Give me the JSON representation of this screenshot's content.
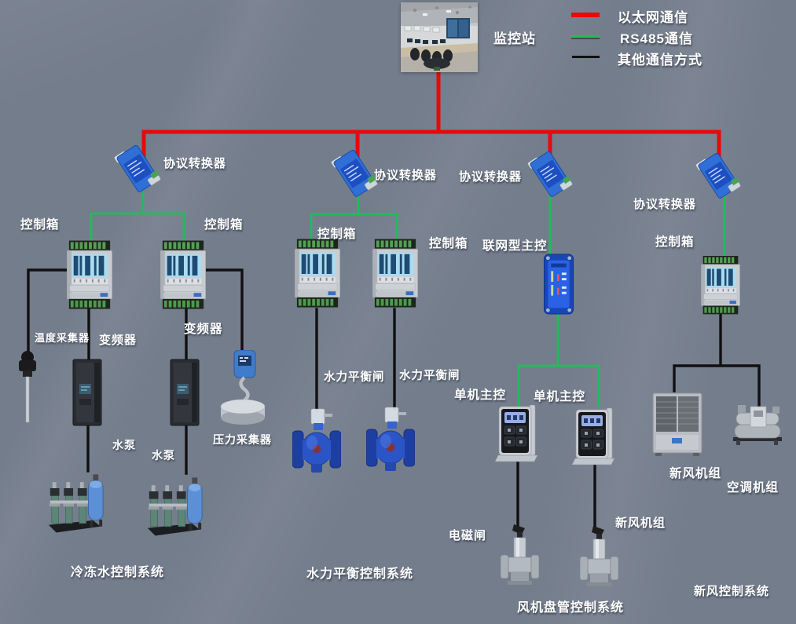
{
  "legend": {
    "items": [
      {
        "label": "以太网通信",
        "color": "#e8090c",
        "type": "ethernet"
      },
      {
        "label": "RS485通信",
        "color": "#1fbd5a",
        "type": "rs485"
      },
      {
        "label": "其他通信方式",
        "color": "#111111",
        "type": "other"
      }
    ]
  },
  "nodes": {
    "monitor_station": "监控站",
    "protocol_converter": "协议转换器",
    "control_box": "控制箱",
    "networked_master": "联网型主控",
    "single_master": "单机主控",
    "temperature_collector": "温度采集器",
    "inverter": "变频器",
    "pressure_collector": "压力采集器",
    "water_pump": "水泵",
    "balance_valve": "水力平衡闸",
    "solenoid_valve": "电磁闸",
    "fresh_air_unit": "新风机组",
    "ac_unit": "空调机组"
  },
  "systems": {
    "chilled_water": "冷冻水控制系统",
    "hydraulic_balance": "水力平衡控制系统",
    "fan_coil": "风机盘管控制系统",
    "fresh_air": "新风控制系统"
  },
  "colors": {
    "background": "#747d8c",
    "ethernet_line": "#e8090c",
    "rs485_line": "#1fbd5a",
    "other_line": "#111111",
    "label_text": "#ffffff"
  }
}
